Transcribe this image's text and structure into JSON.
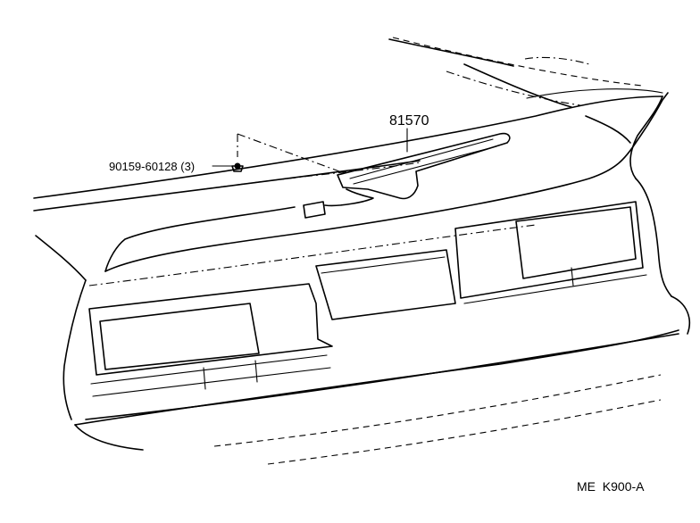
{
  "callouts": {
    "part_number": "81570",
    "screw": "90159-60128 (3)"
  },
  "footer_code": "ME  K900-A"
}
